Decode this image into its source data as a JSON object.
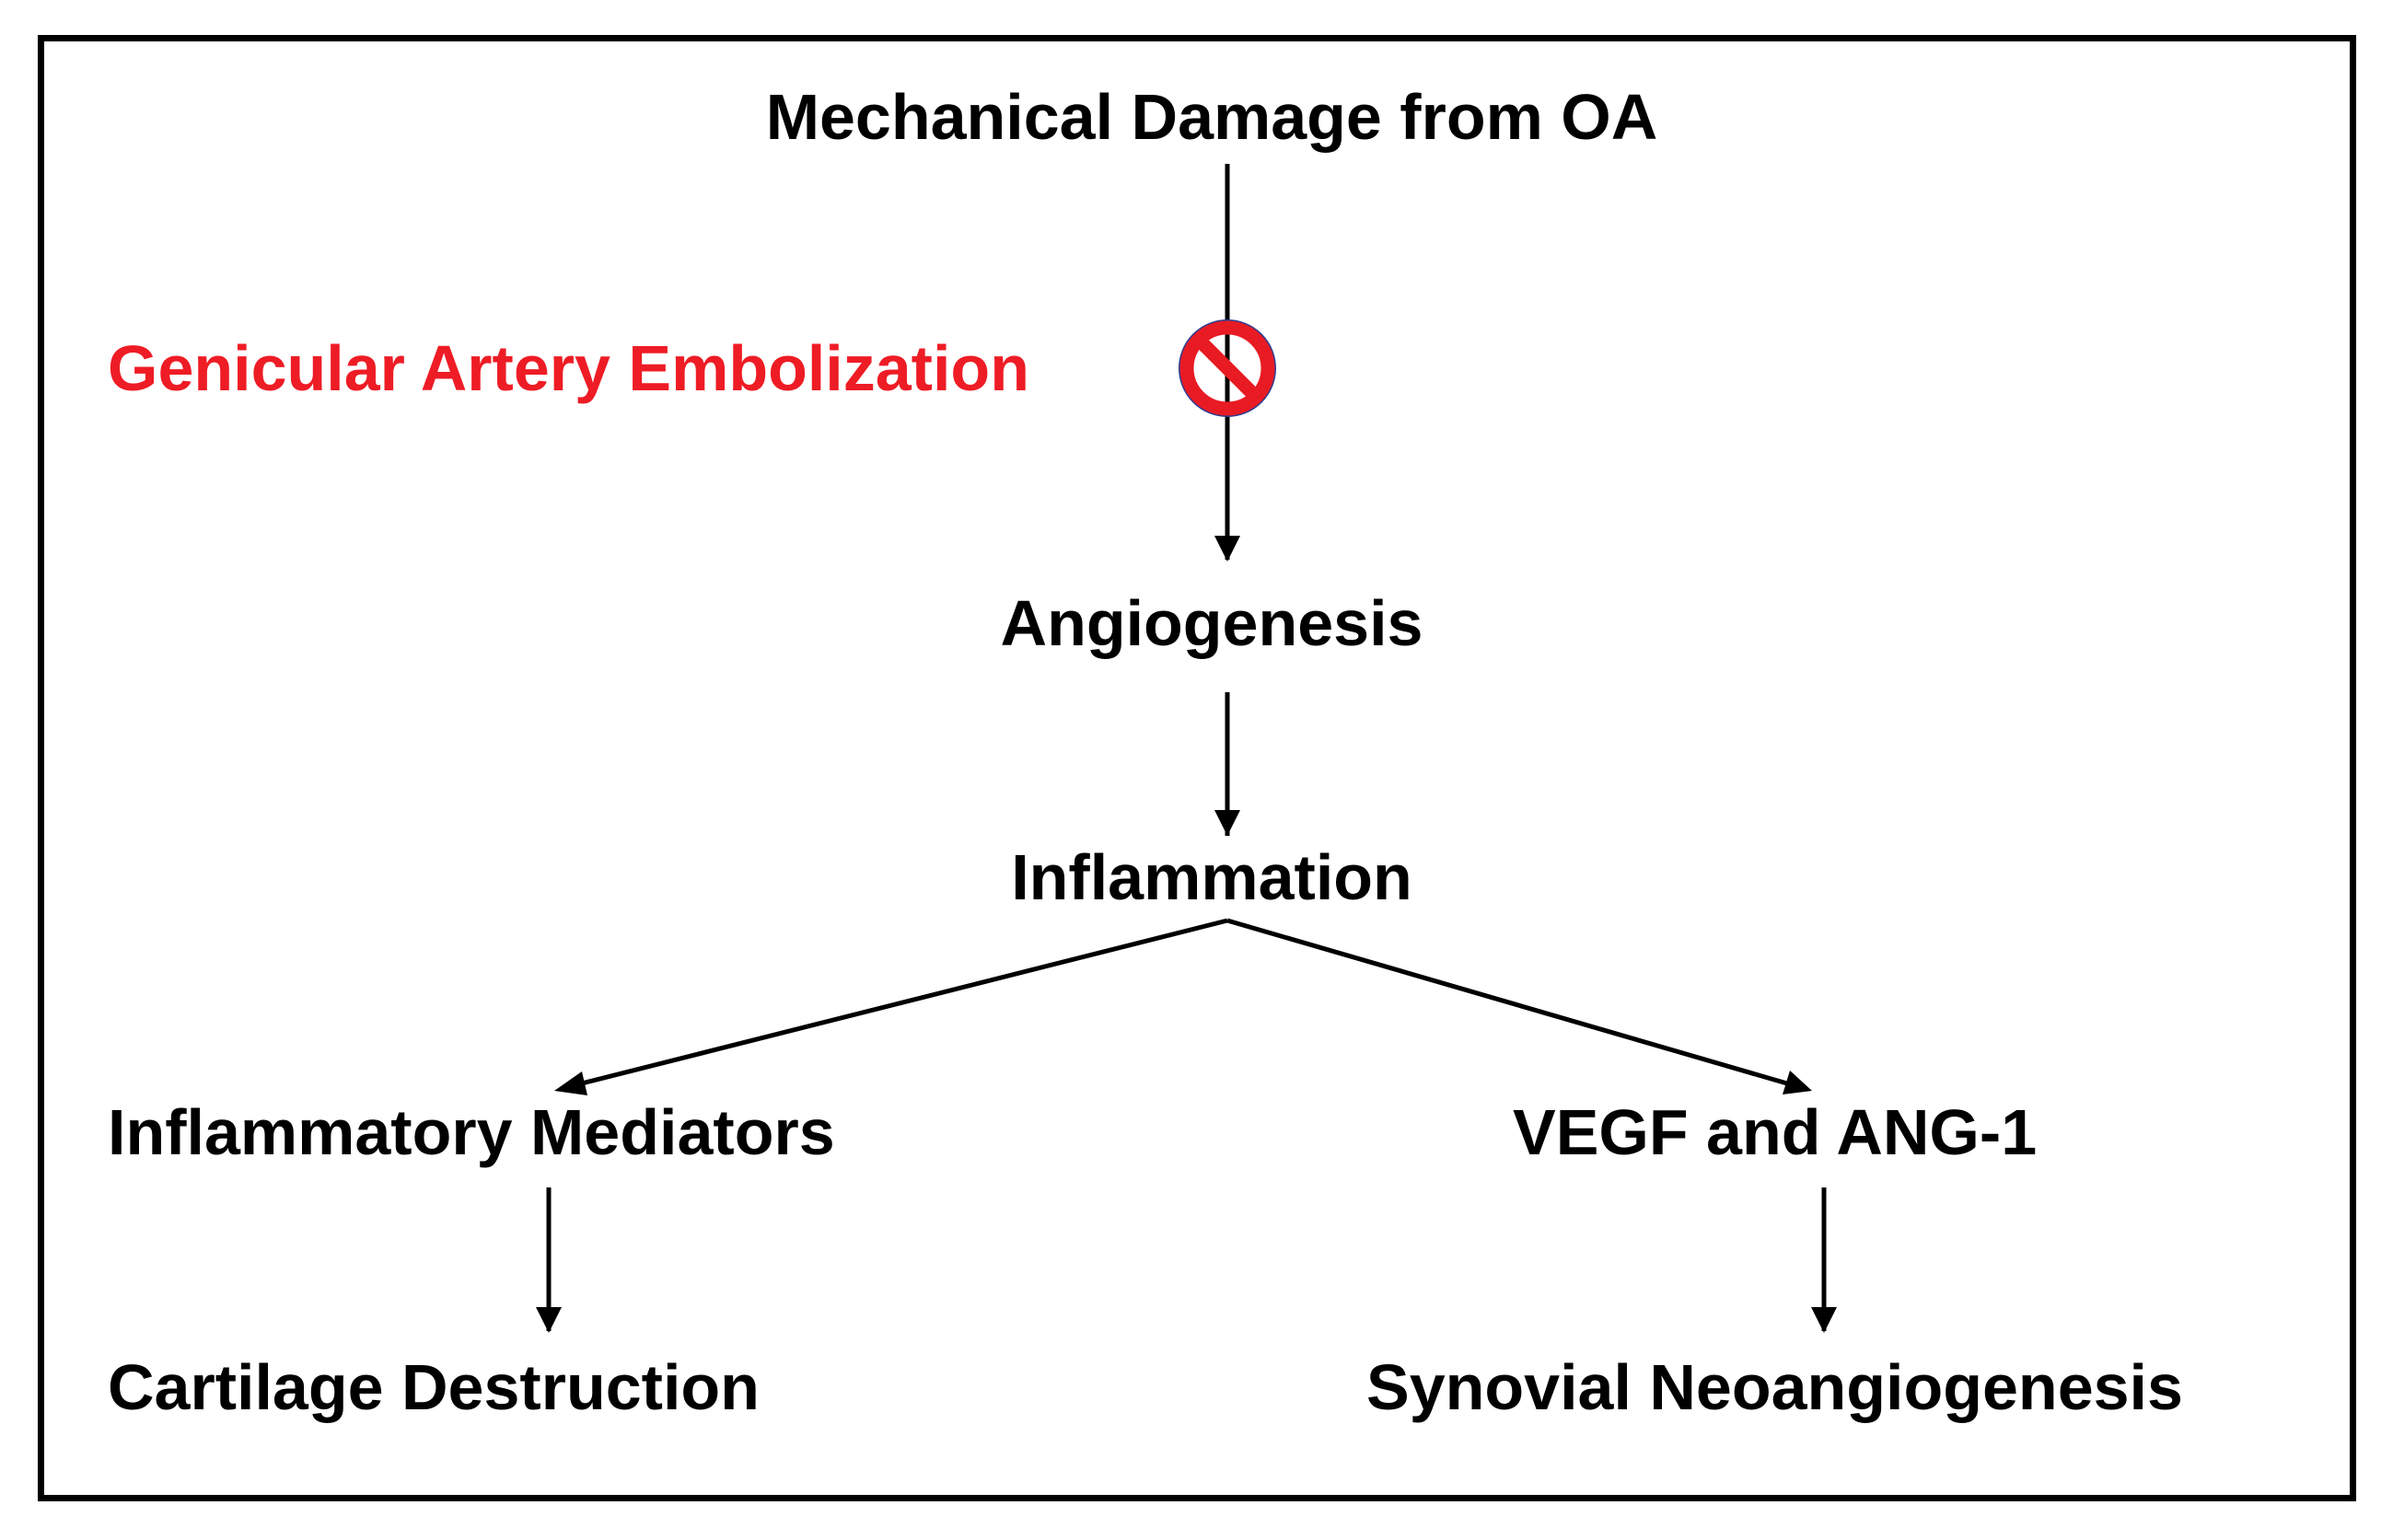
{
  "diagram": {
    "nodes": {
      "mechanical_damage": "Mechanical Damage from OA",
      "intervention": "Genicular Artery Embolization",
      "angiogenesis": "Angiogenesis",
      "inflammation": "Inflammation",
      "inflammatory_mediators": "Inflammatory Mediators",
      "vegf_ang1": "VEGF and ANG-1",
      "cartilage_destruction": "Cartilage Destruction",
      "synovial_neoangiogenesis": "Synovial Neoangiogenesis"
    },
    "edges": [
      {
        "from": "mechanical_damage",
        "to": "angiogenesis",
        "blocked_by": "intervention"
      },
      {
        "from": "angiogenesis",
        "to": "inflammation"
      },
      {
        "from": "inflammation",
        "to": "inflammatory_mediators"
      },
      {
        "from": "inflammation",
        "to": "vegf_ang1"
      },
      {
        "from": "inflammatory_mediators",
        "to": "cartilage_destruction"
      },
      {
        "from": "vegf_ang1",
        "to": "synovial_neoangiogenesis"
      }
    ],
    "colors": {
      "text": "#000000",
      "intervention": "#ee1c25",
      "prohibit_stroke": "#e81b24",
      "prohibit_ring_outline": "#2e3d8f",
      "frame": "#000000"
    },
    "icons": {
      "block_symbol": "prohibited-icon"
    }
  }
}
